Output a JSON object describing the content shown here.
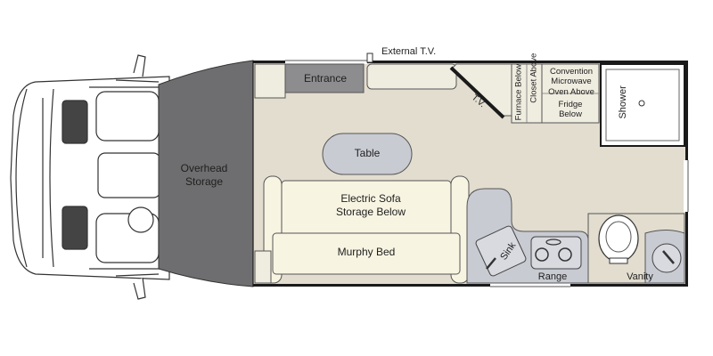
{
  "floorplan": {
    "labels": {
      "external_tv": "External T.V.",
      "entrance": "Entrance",
      "tv": "T.V.",
      "furnace": "Furnace Below",
      "closet": "Closet Above",
      "microwave": "Convention Microwave Oven Above",
      "fridge": "Fridge Below",
      "shower": "Shower",
      "overhead_storage_line1": "Overhead",
      "overhead_storage_line2": "Storage",
      "table": "Table",
      "sofa_line1": "Electric Sofa",
      "sofa_line2": "Storage Below",
      "murphy_bed": "Murphy Bed",
      "sink": "Sink",
      "range": "Range",
      "vanity": "Vanity"
    },
    "colors": {
      "floor": "#e2ddcf",
      "wall": "#1a1a1a",
      "overhead_storage": "#6e6e70",
      "counter": "#c9cbd3",
      "table": "#c9cbd3",
      "entrance_step": "#8d8d8f",
      "sofa": "#f7f4e2",
      "cabinet": "#efece0"
    }
  }
}
